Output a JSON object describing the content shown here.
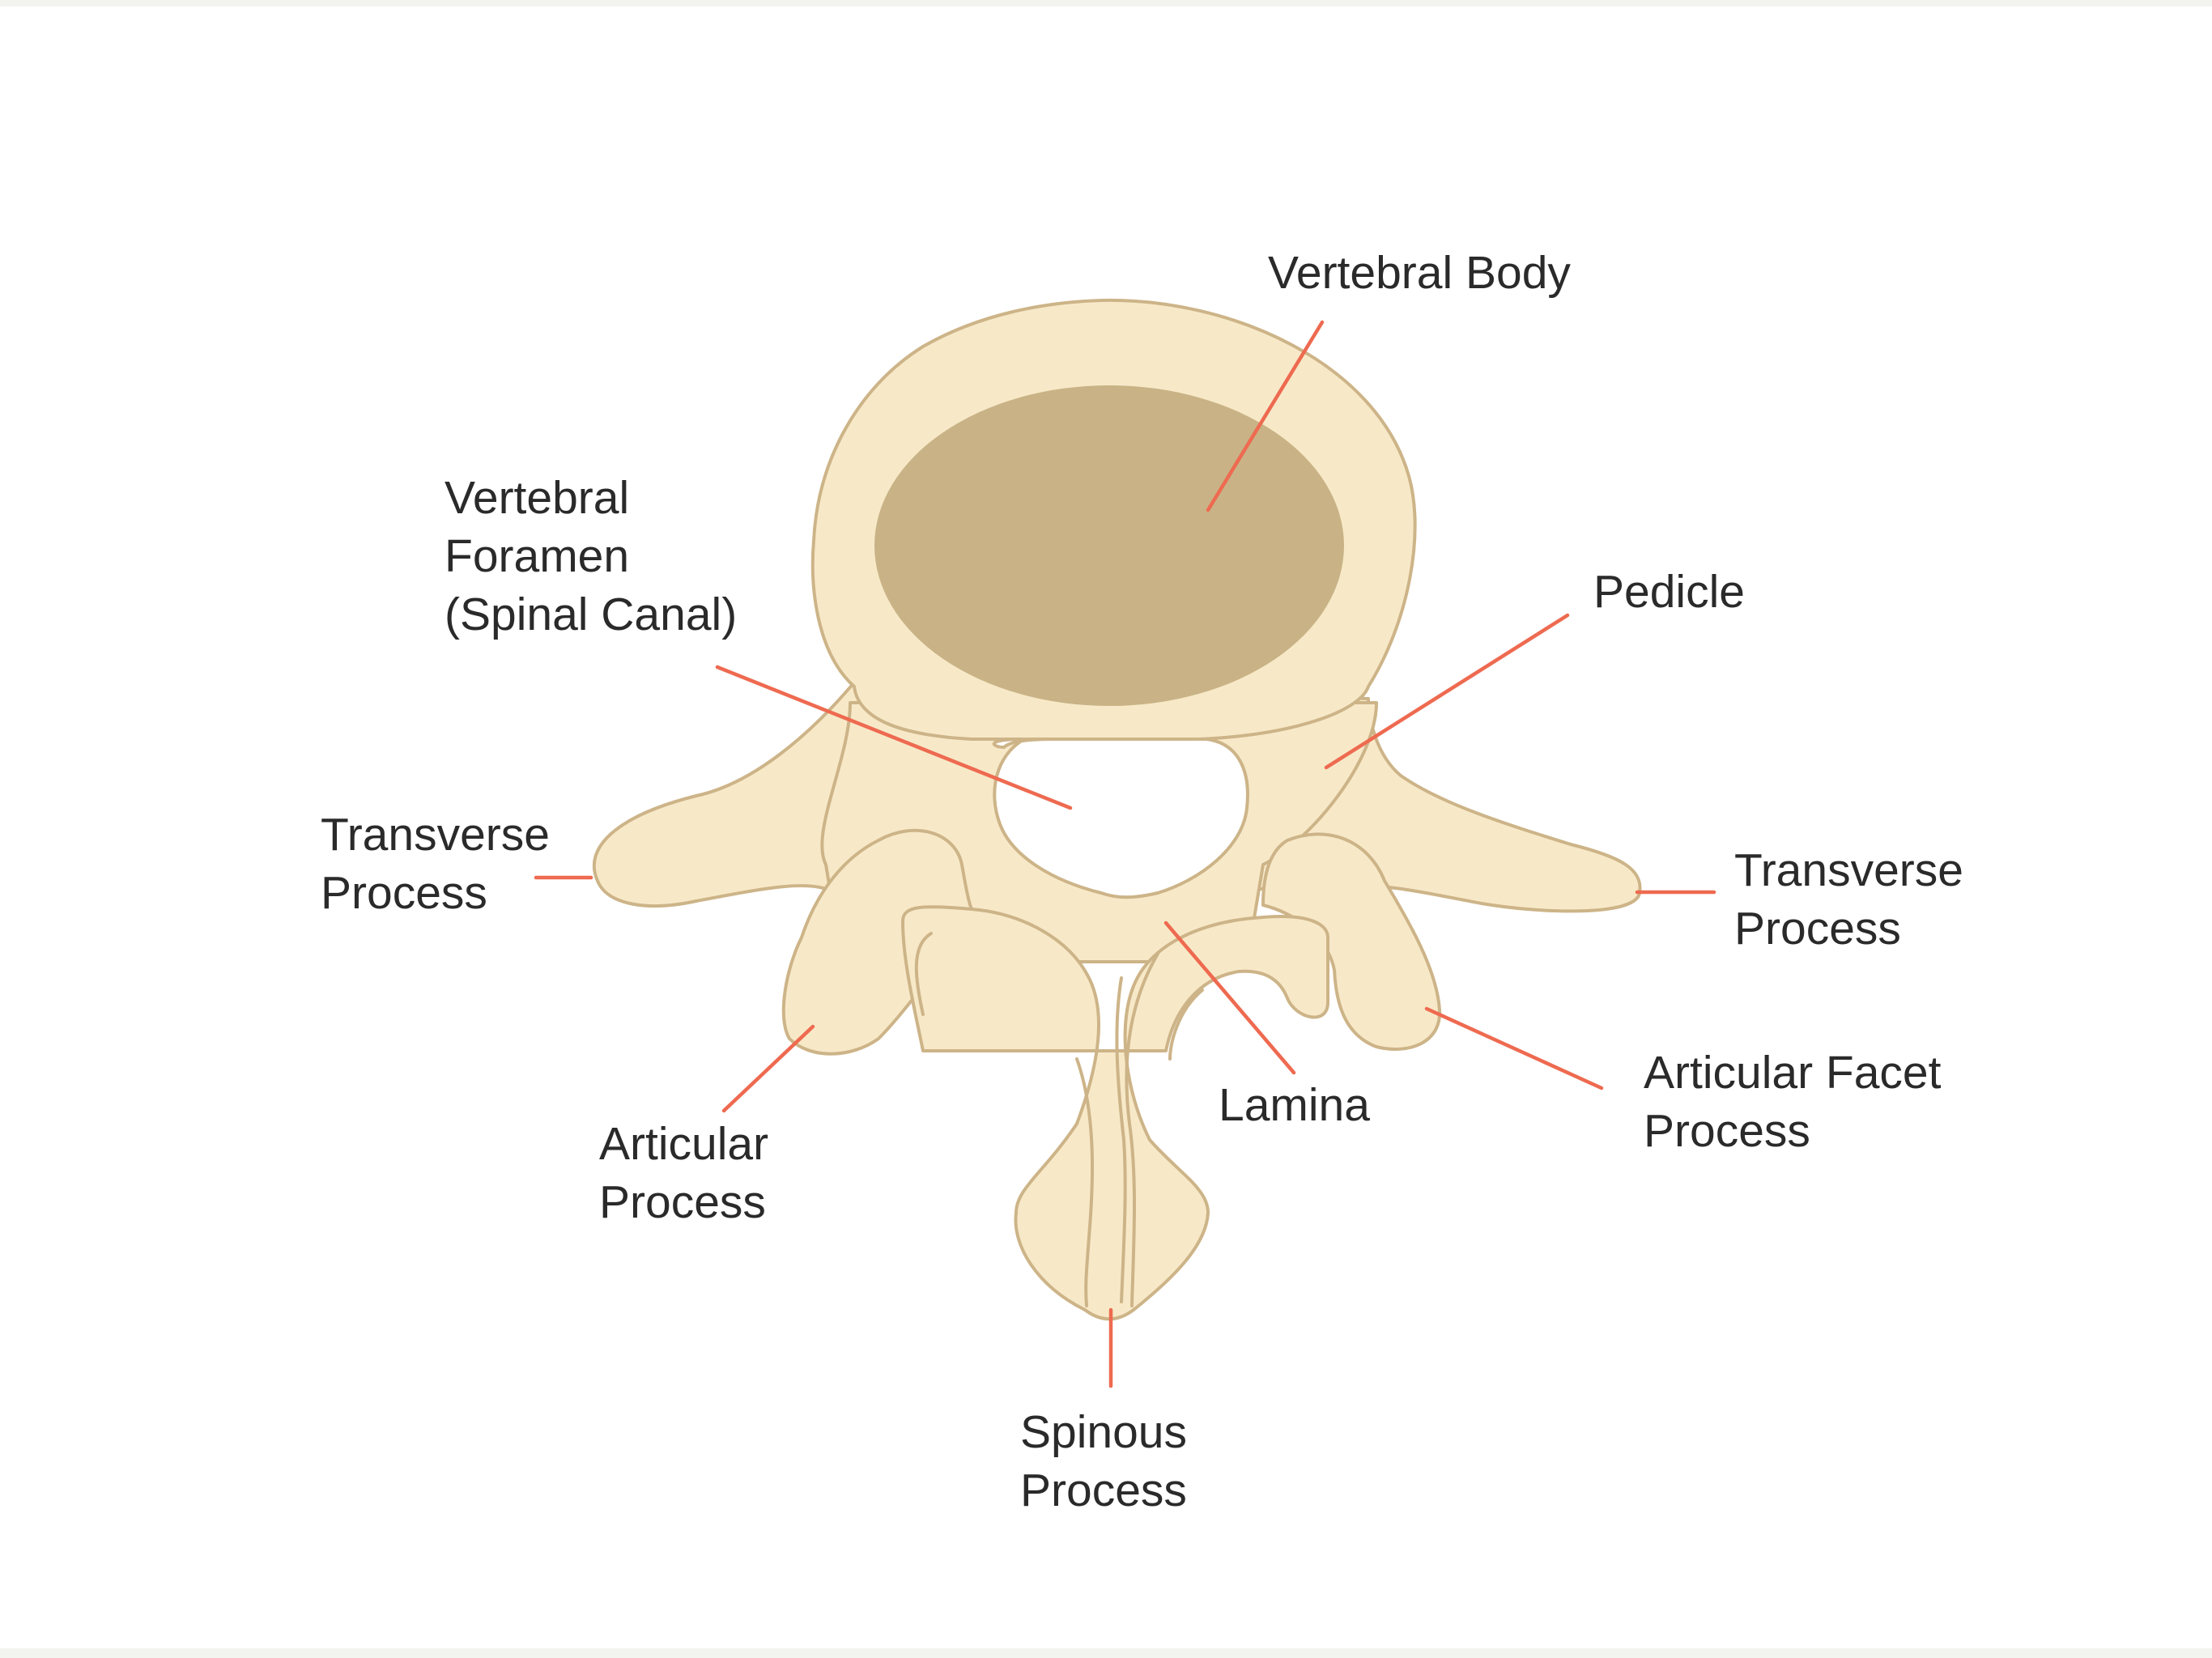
{
  "labels": {
    "vertebral_body": "Vertebral Body",
    "vertebral_foramen": [
      "Vertebral",
      "Foramen",
      "(Spinal Canal)"
    ],
    "pedicle": "Pedicle",
    "transverse_process_left": [
      "Transverse",
      "Process"
    ],
    "transverse_process_right": [
      "Transverse",
      "Process"
    ],
    "articular_process": [
      "Articular",
      "Process"
    ],
    "lamina": "Lamina",
    "articular_facet_process": [
      "Articular Facet",
      "Process"
    ],
    "spinous_process": [
      "Spinous",
      "Process"
    ]
  },
  "colors": {
    "bone_fill": "#f7e9c8",
    "bone_outline": "#cdb488",
    "vertebral_body_disc": "#c9b386",
    "leader_lines": "#ee6a50",
    "label_text": "#2a2a2a",
    "background": "#ffffff"
  }
}
